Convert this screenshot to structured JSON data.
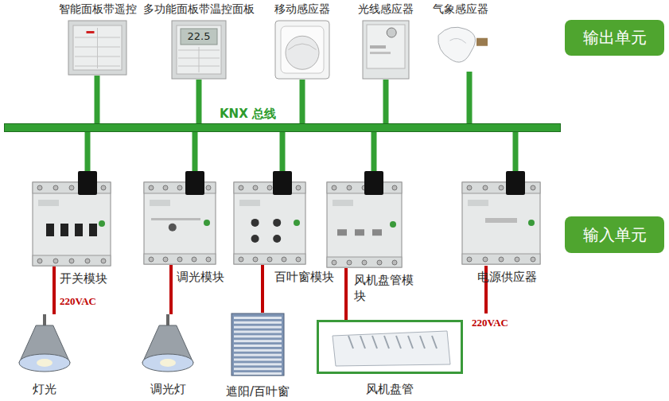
{
  "diagram": {
    "nodes": [
      {
        "text": [
          "智能面板带遥控"
        ]
      },
      {
        "text": [
          "多功能面板带温控面板",
          "22.5"
        ]
      },
      {
        "text": [
          "移动感应器"
        ]
      },
      {
        "text": [
          "光线感应器"
        ]
      },
      {
        "text": [
          "气象感应器"
        ]
      },
      {
        "text": [
          "KNX 总线"
        ]
      },
      {
        "text": [
          "开关模块"
        ]
      },
      {
        "text": [
          "调光模块"
        ]
      },
      {
        "text": [
          "百叶窗模块"
        ]
      },
      {
        "text": [
          "风机盘管模块"
        ]
      },
      {
        "text": [
          "电源供应器"
        ]
      },
      {
        "text": [
          "灯光"
        ]
      },
      {
        "text": [
          "调光灯"
        ]
      },
      {
        "text": [
          "遮阳/百叶窗"
        ]
      },
      {
        "text": [
          "风机盘管"
        ]
      },
      {
        "text": [
          "输出单元"
        ]
      },
      {
        "text": [
          "输入单元"
        ]
      }
    ],
    "edges": [
      {
        "from": 0,
        "to": 5,
        "arrow": "none"
      },
      {
        "from": 1,
        "to": 5,
        "arrow": "none"
      },
      {
        "from": 2,
        "to": 5,
        "arrow": "none"
      },
      {
        "from": 3,
        "to": 5,
        "arrow": "none"
      },
      {
        "from": 4,
        "to": 5,
        "arrow": "none"
      },
      {
        "from": 5,
        "to": 6,
        "arrow": "none"
      },
      {
        "from": 5,
        "to": 7,
        "arrow": "none"
      },
      {
        "from": 5,
        "to": 8,
        "arrow": "none"
      },
      {
        "from": 5,
        "to": 9,
        "arrow": "none"
      },
      {
        "from": 5,
        "to": 10,
        "arrow": "none"
      },
      {
        "from": 6,
        "to": 11,
        "label": "220VAC",
        "arrow": "none"
      },
      {
        "from": 7,
        "to": 12,
        "arrow": "none"
      },
      {
        "from": 8,
        "to": 13,
        "arrow": "none"
      },
      {
        "from": 9,
        "to": 14,
        "arrow": "none"
      }
    ],
    "labels": [
      "220VAC"
    ]
  }
}
